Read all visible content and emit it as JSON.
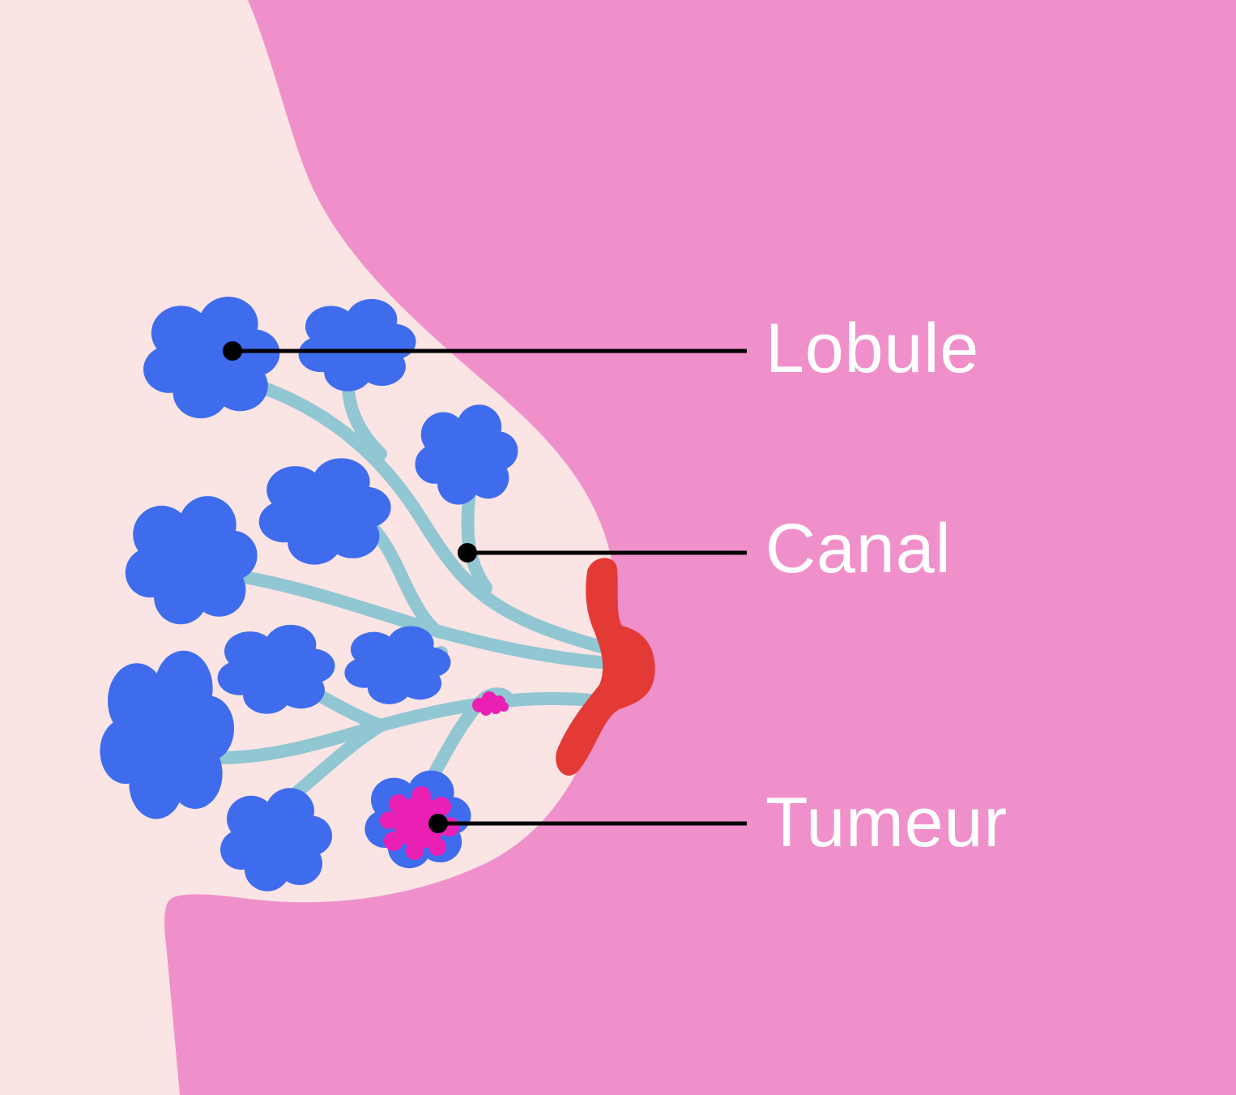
{
  "colors": {
    "background": "#f090cb",
    "breast_tissue": "#fae4e4",
    "lobule": "#3e6ced",
    "duct": "#91c6d3",
    "nipple": "#e33a35",
    "tumor": "#ea1fb4",
    "leader_line": "#000000",
    "label_text": "#ffffff"
  },
  "labels": {
    "lobule": "Lobule",
    "canal": "Canal",
    "tumeur": "Tumeur"
  }
}
